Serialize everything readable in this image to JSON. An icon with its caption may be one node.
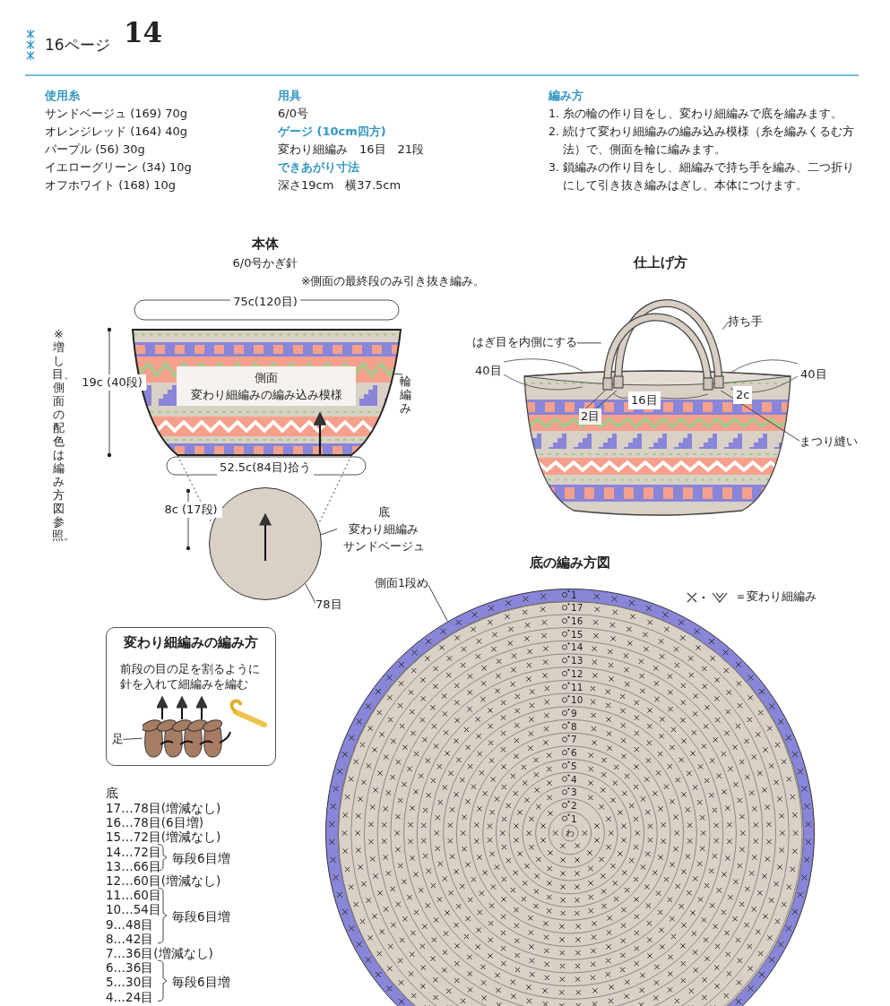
{
  "diagram": {
    "nodes": [
      {
        "text": [
          "側面",
          "変わり細編みの編み込み模様"
        ]
      },
      {
        "text": [
          "輪編み"
        ]
      },
      {
        "text": [],
        "shape": "circle"
      },
      {
        "text": [
          "底",
          "変わり細編み",
          "サンドベージュ"
        ]
      },
      {
        "text": [
          "78目"
        ]
      },
      {
        "text": [],
        "shape": "picture"
      },
      {
        "text": [
          "持ち手"
        ]
      },
      {
        "text": [
          "はぎ目を内側にする"
        ]
      },
      {
        "text": [
          "2目"
        ]
      },
      {
        "text": [
          "まつり縫い"
        ]
      },
      {
        "text": [
          "変わり細編みの編み方",
          "前段の目の足を割るように針を入れて細編みを編む"
        ]
      },
      {
        "text": [
          "足"
        ],
        "in": 10
      },
      {
        "text": [],
        "shape": "picture",
        "in": 10
      },
      {
        "text": [
          "側面1段め"
        ]
      },
      {
        "text": [],
        "shape": "circle"
      }
    ],
    "edges": [
      {
        "from": 1,
        "to": 0,
        "arrow": "none"
      },
      {
        "from": 0,
        "to": 2,
        "arrow": "none",
        "style": "dashed"
      },
      {
        "from": 0,
        "to": 2,
        "arrow": "none",
        "style": "dashed"
      },
      {
        "from": 3,
        "to": 2,
        "arrow": "none"
      },
      {
        "from": 4,
        "to": 2,
        "arrow": "none"
      },
      {
        "from": 6,
        "to": 5,
        "arrow": "none"
      },
      {
        "from": 7,
        "to": 5,
        "arrow": "none"
      },
      {
        "from": 8,
        "to": 5,
        "arrow": "none"
      },
      {
        "from": 8,
        "to": 5,
        "arrow": "none"
      },
      {
        "from": 9,
        "to": 5,
        "arrow": "none"
      },
      {
        "from": 11,
        "to": 12,
        "arrow": "none"
      },
      {
        "from": 13,
        "to": 14,
        "arrow": "none"
      }
    ],
    "labels": [
      "16ページ",
      "14",
      "使用糸",
      "サンドベージュ (169) 70g",
      "オレンジレッド (164) 40g",
      "パープル (56) 30g",
      "イエローグリーン (34) 10g",
      "オフホワイト (168) 10g",
      "用具",
      "6/0号",
      "ゲージ (10cm四方)",
      "変わり細編み　16目　21段",
      "できあがり寸法",
      "深さ19cm　横37.5cm",
      "編み方",
      "1. 糸の輪の作り目をし、変わり細編みで底を編みます。",
      "2. 続けて変わり細編みの編み込み模様（糸を編みくるむ方法）で、側面を輪に編みます。",
      "3. 鎖編みの作り目をし、細編みで持ち手を編み、二つ折りにして引き抜き編みはぎし、本体につけます。",
      "本体",
      "6/0号かぎ針",
      "※側面の最終段のみ引き抜き編み。",
      "仕上げ方",
      "75c(120目)",
      "※増し目、側面の配色は編み方図参照。",
      "19c (40段)",
      "40目",
      "16目",
      "40目",
      "2c",
      "52.5c(84目)拾う",
      "8c (17段)",
      "底の編み方図",
      "底",
      "17…78目(増減なし)",
      "16…78目(6目増)",
      "15…72目(増減なし)",
      "14…72目",
      "13…66目",
      "毎段6目増",
      "12…60目(増減なし)",
      "11…60目",
      "10…54目",
      "9…48目",
      "8…42目",
      "毎段6目増",
      "7…36目(増減なし)",
      "6…36目",
      "5…30目",
      "4…24目",
      "毎段6目増",
      "1",
      "17",
      "16",
      "15",
      "14",
      "13",
      "12",
      "11",
      "10",
      "9",
      "8",
      "7",
      "6",
      "5",
      "4",
      "3",
      "2",
      "1",
      "わ"
    ],
    "legend": [
      {
        "text": "＝変わり細編み"
      }
    ]
  }
}
